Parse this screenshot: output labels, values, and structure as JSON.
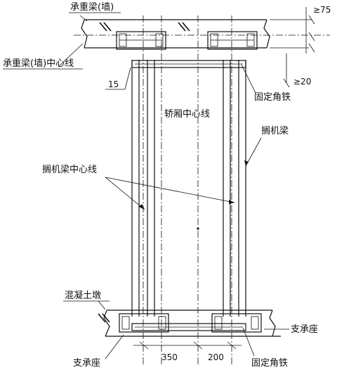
{
  "labels": {
    "top_beam": "承重梁(墙)",
    "beam_centerline": "承重梁(墙)中心线",
    "fixed_angle_top": "固定角铁",
    "fixed_angle_bottom": "固定角铁",
    "car_centerline": "轿厢中心线",
    "machine_beam": "搁机梁",
    "machine_beam_centerline": "搁机梁中心线",
    "concrete_pier": "混凝土墩",
    "support_left": "支承座",
    "support_right": "支承座"
  },
  "dimensions": {
    "dim_75": "≥75",
    "dim_20": "≥20",
    "dim_15": "15",
    "dim_350": "350",
    "dim_200": "200"
  }
}
